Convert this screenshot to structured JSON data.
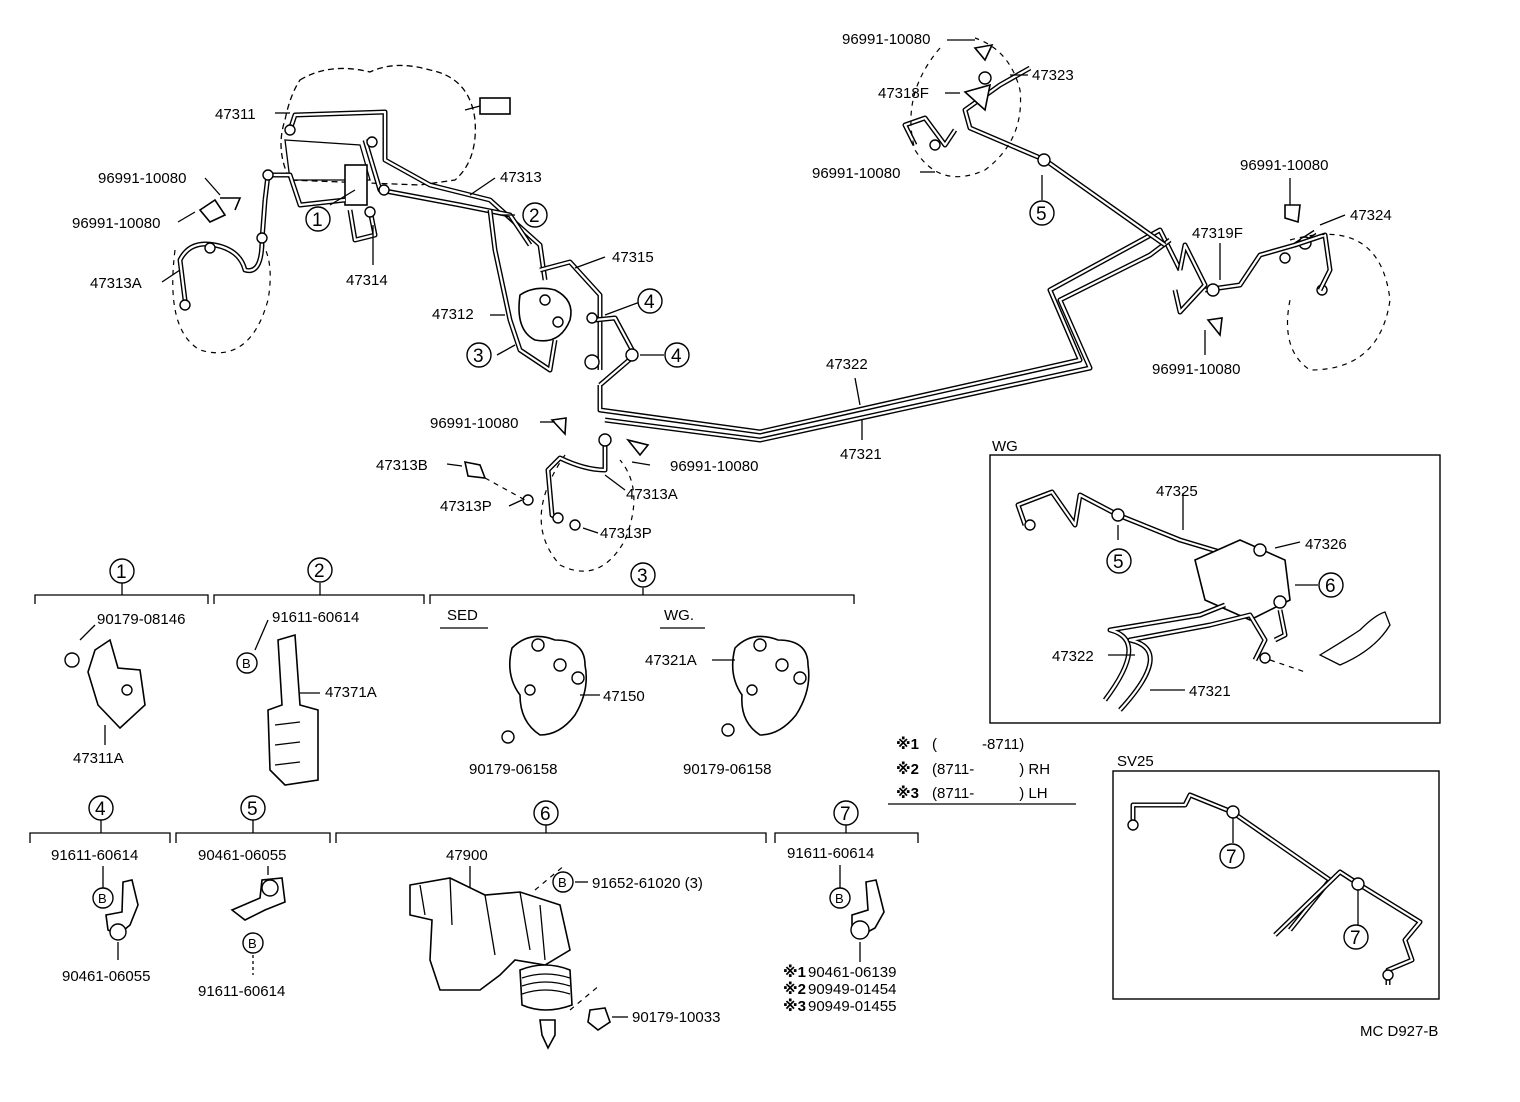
{
  "callouts": {
    "p96991_a": "96991-10080",
    "p47323": "47323",
    "p47318F": "47318F",
    "p96991_b": "96991-10080",
    "p96991_c": "96991-10080",
    "p47324": "47324",
    "p47319F": "47319F",
    "p96991_d": "96991-10080",
    "p47311": "47311",
    "p96991_e": "96991-10080",
    "p96991_f": "96991-10080",
    "p47313A_a": "47313A",
    "p47313": "47313",
    "p47314": "47314",
    "p47315": "47315",
    "p47312": "47312",
    "p47322": "47322",
    "p47321": "47321",
    "p96991_g": "96991-10080",
    "p96991_h": "96991-10080",
    "p47313B": "47313B",
    "p47313P_a": "47313P",
    "p47313A_b": "47313A",
    "p47313P_b": "47313P"
  },
  "circled": {
    "c1": "1",
    "c2": "2",
    "c3": "3",
    "c4a": "4",
    "c4b": "4",
    "c5": "5"
  },
  "wg_box": {
    "title": "WG",
    "p47325": "47325",
    "p47326": "47326",
    "p47322": "47322",
    "p47321": "47321",
    "c5": "5",
    "c6": "6"
  },
  "notes": {
    "n1_mark": "※1",
    "n1_text": "(　　　-8711)",
    "n2_mark": "※2",
    "n2_text": "(8711-　　　) RH",
    "n3_mark": "※3",
    "n3_text": "(8711-　　　) LH"
  },
  "sv25_box": {
    "title": "SV25",
    "c7a": "7",
    "c7b": "7"
  },
  "groups": {
    "g1": {
      "num": "1",
      "part_a": "90179-08146",
      "part_b": "47311A"
    },
    "g2": {
      "num": "2",
      "bolt": "B",
      "part_a": "91611-60614",
      "part_b": "47371A"
    },
    "g3": {
      "num": "3",
      "sed": "SED",
      "wg": "WG.",
      "part_a": "47150",
      "part_b": "90179-06158",
      "part_c": "47321A",
      "part_d": "90179-06158"
    },
    "g4": {
      "num": "4",
      "bolt": "B",
      "part_a": "91611-60614",
      "part_b": "90461-06055"
    },
    "g5": {
      "num": "5",
      "bolt": "B",
      "part_a": "90461-06055",
      "part_b": "91611-60614"
    },
    "g6": {
      "num": "6",
      "bolt": "B",
      "part_a": "47900",
      "part_b": "91652-61020 (3)",
      "part_c": "90179-10033"
    },
    "g7": {
      "num": "7",
      "bolt": "B",
      "part_a": "91611-60614",
      "m1": "※1",
      "v1": "90461-06139",
      "m2": "※2",
      "v2": "90949-01454",
      "m3": "※3",
      "v3": "90949-01455"
    }
  },
  "figure_code": "MC D927-B"
}
